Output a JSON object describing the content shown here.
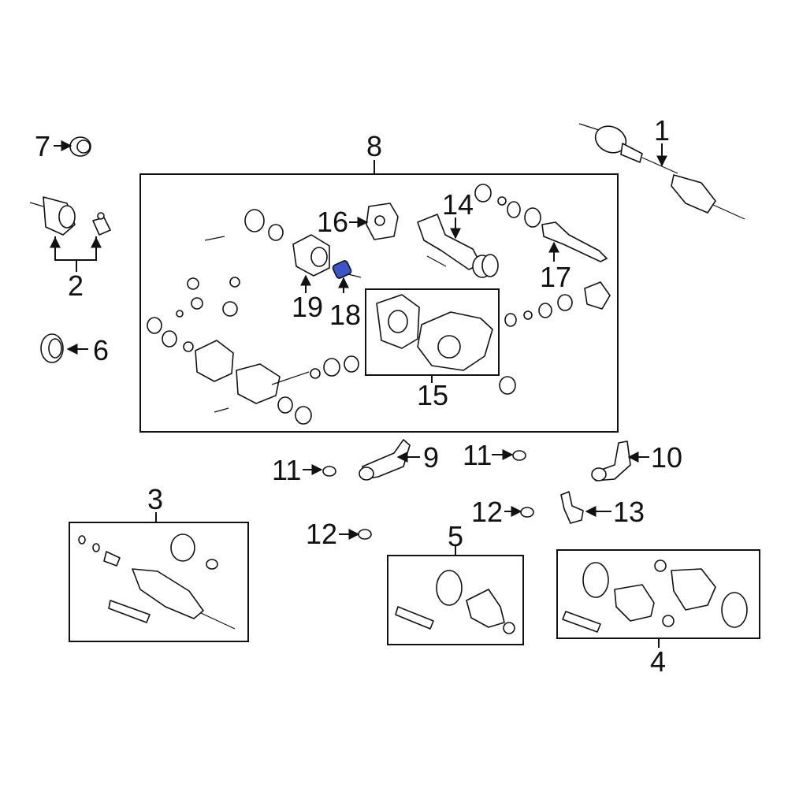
{
  "diagram": {
    "highlight_color": "#3b55c8",
    "callouts": [
      {
        "id": "1",
        "label": "1"
      },
      {
        "id": "2",
        "label": "2"
      },
      {
        "id": "3",
        "label": "3"
      },
      {
        "id": "4",
        "label": "4"
      },
      {
        "id": "5",
        "label": "5"
      },
      {
        "id": "6",
        "label": "6"
      },
      {
        "id": "7",
        "label": "7"
      },
      {
        "id": "8",
        "label": "8"
      },
      {
        "id": "9",
        "label": "9"
      },
      {
        "id": "10",
        "label": "10"
      },
      {
        "id": "11a",
        "label": "11"
      },
      {
        "id": "11b",
        "label": "11"
      },
      {
        "id": "12a",
        "label": "12"
      },
      {
        "id": "12b",
        "label": "12"
      },
      {
        "id": "13",
        "label": "13"
      },
      {
        "id": "14",
        "label": "14"
      },
      {
        "id": "15",
        "label": "15"
      },
      {
        "id": "16",
        "label": "16"
      },
      {
        "id": "17",
        "label": "17"
      },
      {
        "id": "18",
        "label": "18"
      },
      {
        "id": "19",
        "label": "19"
      }
    ],
    "highlighted_part": "18"
  }
}
